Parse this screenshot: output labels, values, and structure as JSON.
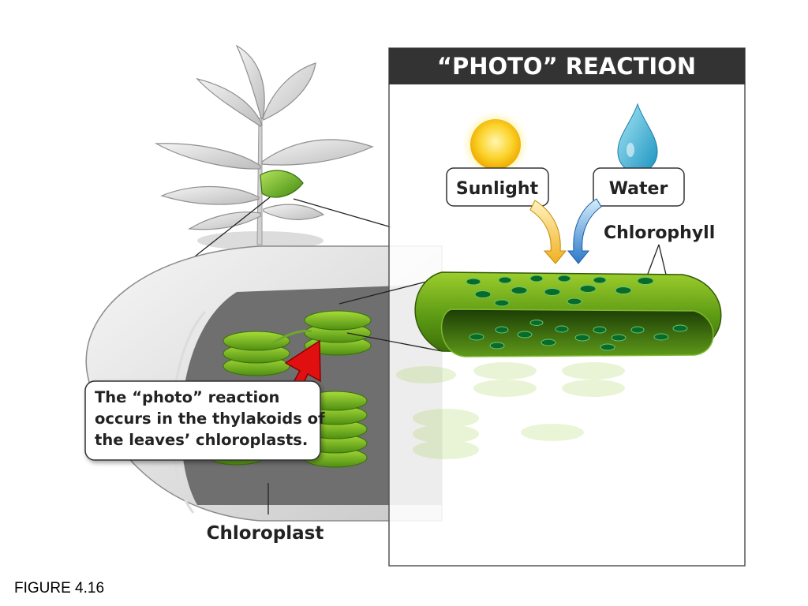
{
  "panel": {
    "title": "“PHOTO” REACTION"
  },
  "labels": {
    "sunlight": "Sunlight",
    "water": "Water",
    "chlorophyll": "Chlorophyll",
    "chloroplast": "Chloroplast"
  },
  "callout": {
    "lines": [
      "The “photo” reaction",
      "occurs in the thylakoids of",
      "the leaves’ chloroplasts."
    ]
  },
  "figure_label": "FIGURE 4.16",
  "colors": {
    "panel_header": "#333333",
    "thylakoid_green": "#4f8f12",
    "pointer_arrow": "#e01010",
    "sun": "#f6c21a",
    "water": "#2aa7cf"
  }
}
